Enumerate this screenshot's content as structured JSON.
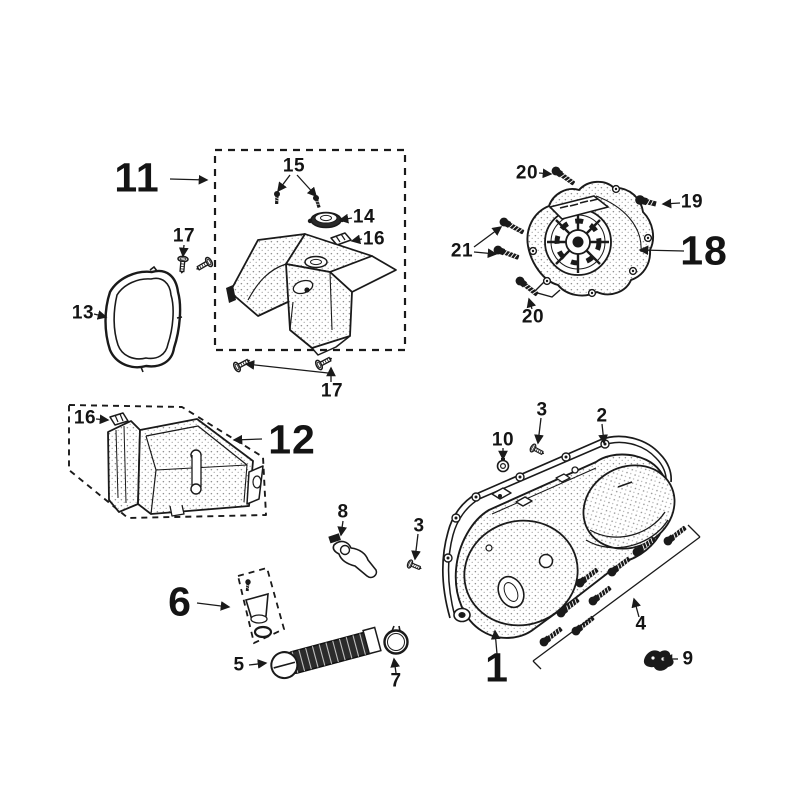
{
  "colors": {
    "background": "#ffffff",
    "line_art": "#1a1a1a"
  },
  "callouts": [
    {
      "label": "11"
    },
    {
      "label": "15"
    },
    {
      "label": "14"
    },
    {
      "label": "16"
    },
    {
      "label": "17"
    },
    {
      "label": "13"
    },
    {
      "label": "17"
    },
    {
      "label": "12"
    },
    {
      "label": "16"
    },
    {
      "label": "18"
    },
    {
      "label": "20"
    },
    {
      "label": "19"
    },
    {
      "label": "21"
    },
    {
      "label": "20"
    },
    {
      "label": "8"
    },
    {
      "label": "3"
    },
    {
      "label": "6"
    },
    {
      "label": "5"
    },
    {
      "label": "7"
    },
    {
      "label": "10"
    },
    {
      "label": "3"
    },
    {
      "label": "2"
    },
    {
      "label": "1"
    },
    {
      "label": "4"
    },
    {
      "label": "9"
    }
  ]
}
